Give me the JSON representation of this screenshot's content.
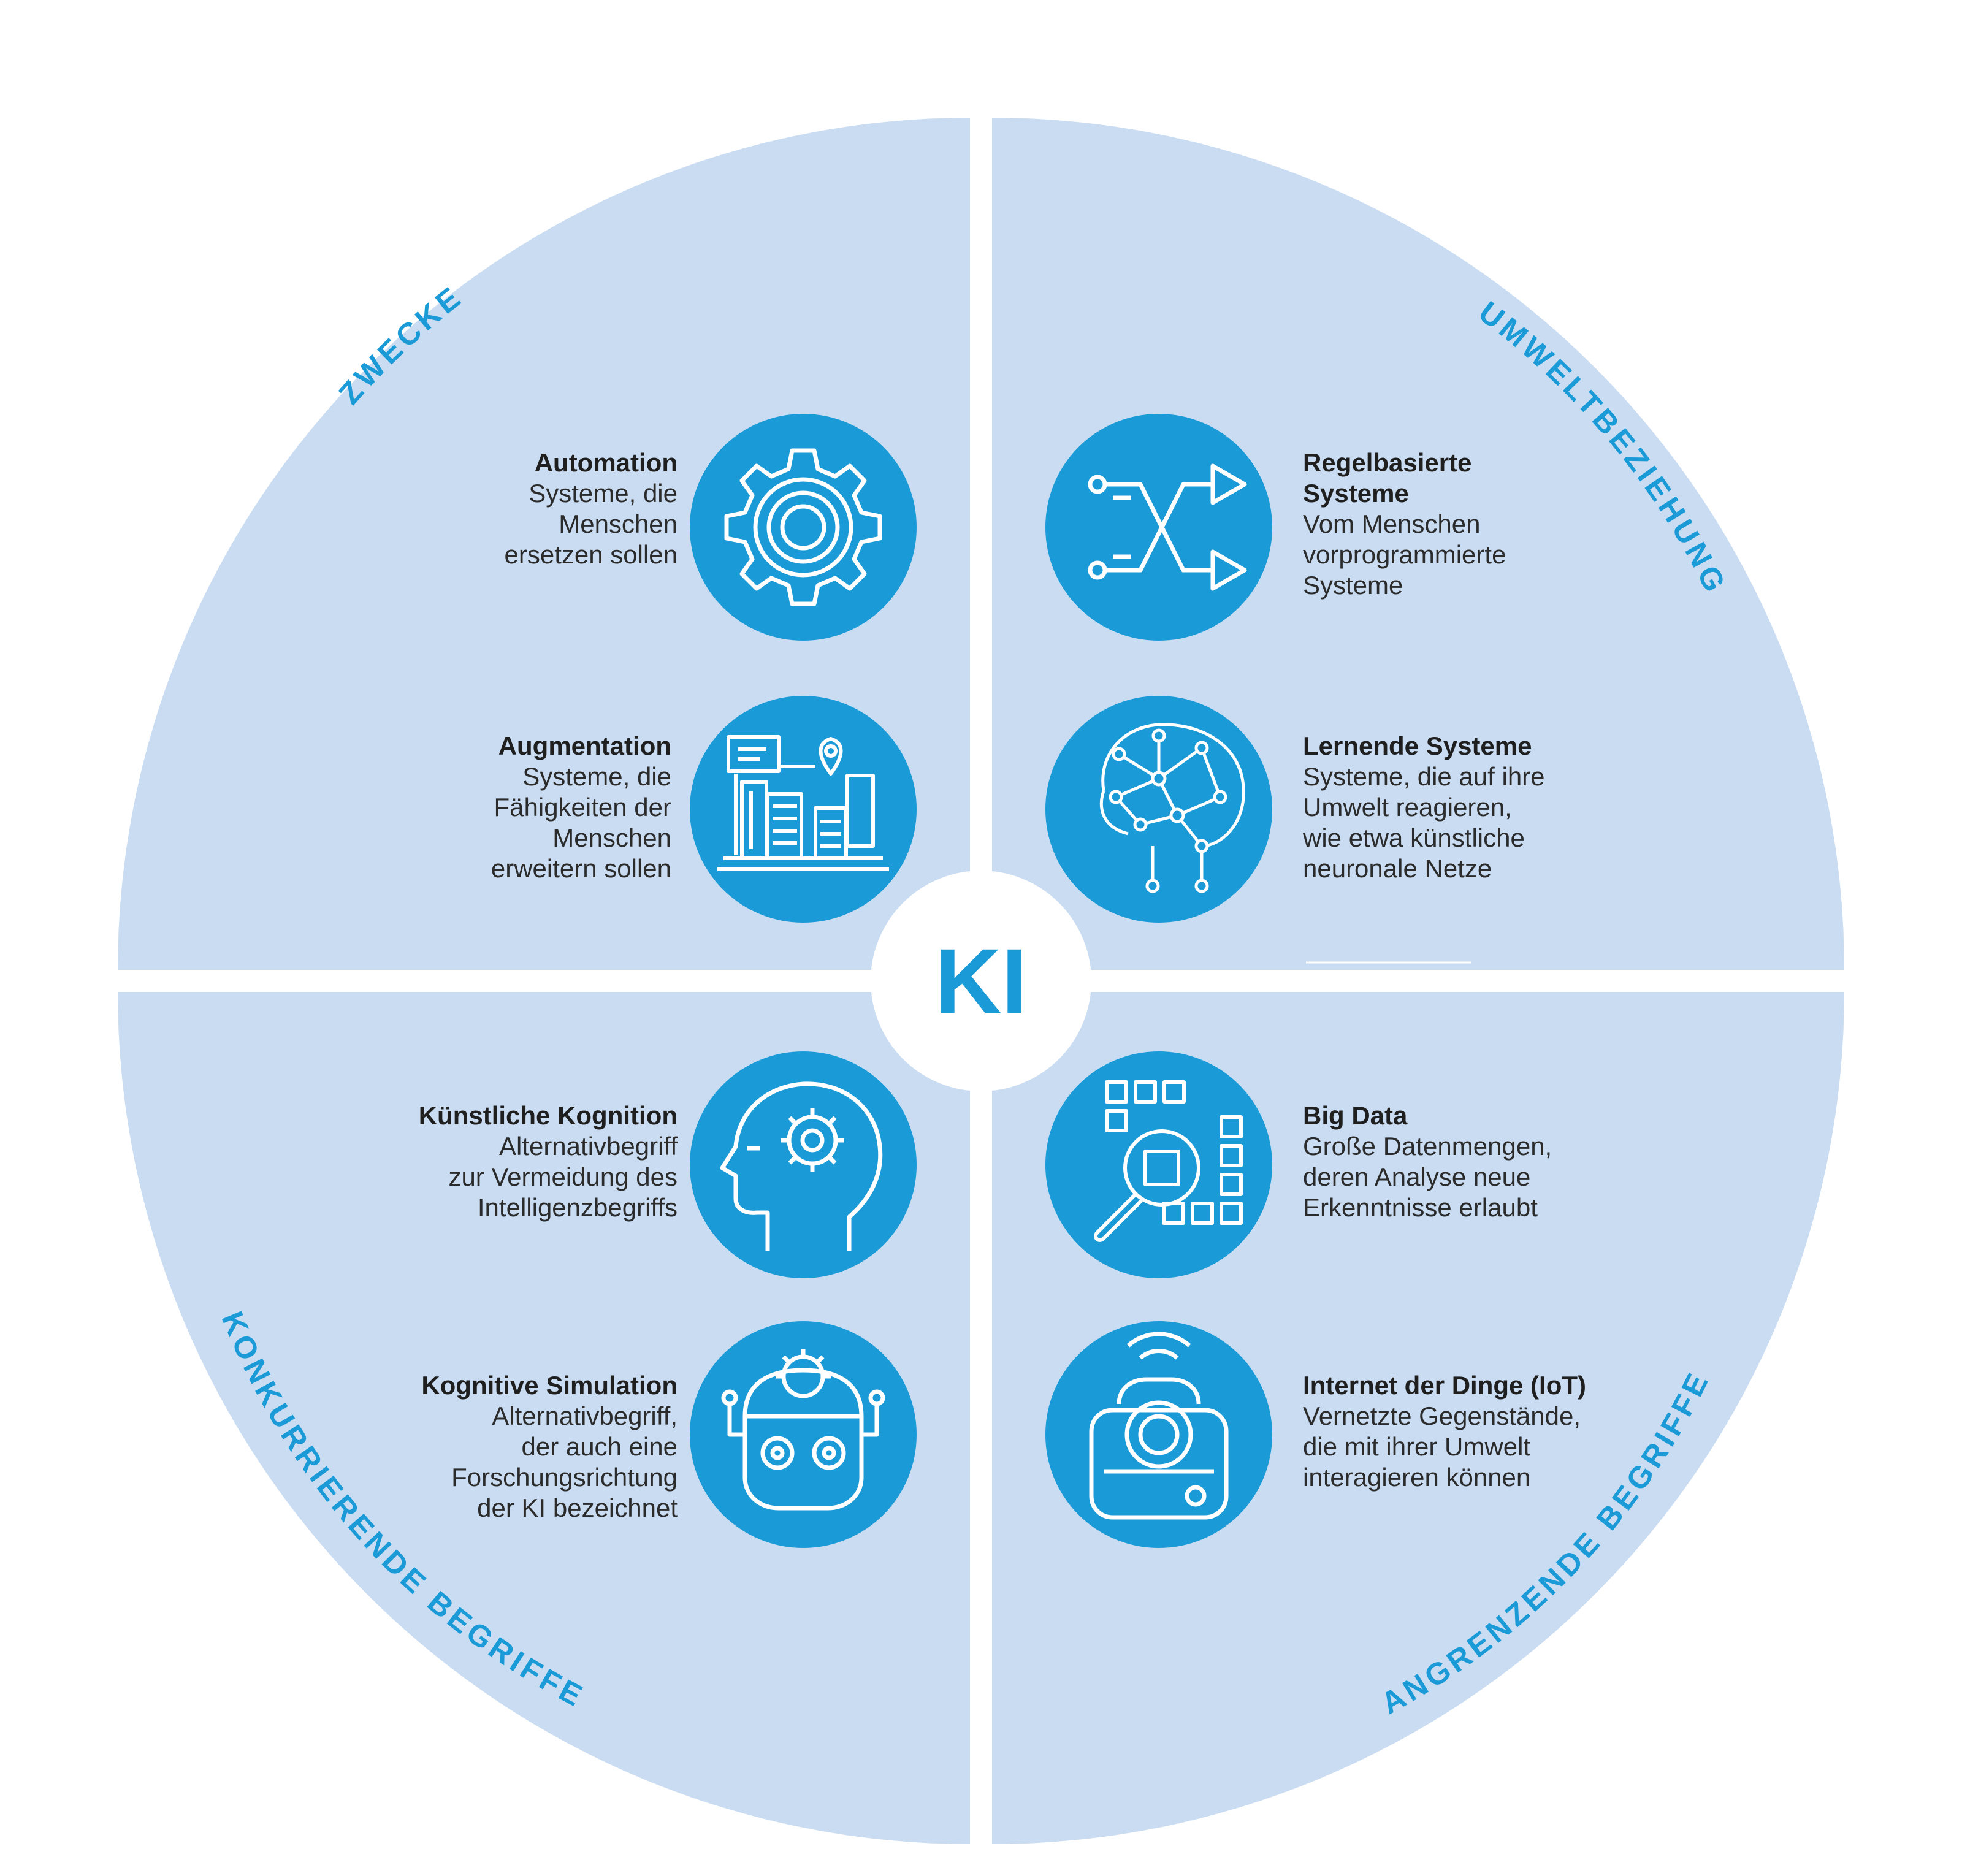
{
  "center": {
    "label": "KI"
  },
  "colors": {
    "quadrant_fill": "#c9dcf2",
    "icon_circle": "#1a9ad6",
    "accent_text": "#1a9ad6",
    "body_text": "#2b2b2b",
    "background": "#ffffff"
  },
  "quadrants": {
    "top_left": {
      "title": "ZWECKE"
    },
    "top_right": {
      "title": "UMWELTBEZIEHUNG"
    },
    "bottom_left": {
      "title": "KONKURRIERENDE BEGRIFFE"
    },
    "bottom_right": {
      "title": "ANGRENZENDE BEGRIFFE"
    }
  },
  "items": {
    "automation": {
      "title": "Automation",
      "lines": [
        "Systeme, die",
        "Menschen",
        "ersetzen sollen"
      ],
      "icon": "gear-icon"
    },
    "augmentation": {
      "title": "Augmentation",
      "lines": [
        "Systeme, die",
        "Fähigkeiten der",
        "Menschen",
        "erweitern sollen"
      ],
      "icon": "smart-city-icon"
    },
    "regelbasierte": {
      "title_lines": [
        "Regelbasierte",
        "Systeme"
      ],
      "lines": [
        "Vom Menschen",
        "vorprogrammierte",
        "Systeme"
      ],
      "icon": "shuffle-arrows-icon"
    },
    "lernende": {
      "title": "Lernende Systeme",
      "lines": [
        "Systeme, die auf ihre",
        "Umwelt reagieren,",
        "wie etwa künstliche",
        "neuronale Netze"
      ],
      "icon": "neural-brain-icon"
    },
    "kognition": {
      "title": "Künstliche Kognition",
      "lines": [
        "Alternativbegriff",
        "zur Vermeidung des",
        "Intelligenzbegriffs"
      ],
      "icon": "head-gear-icon"
    },
    "simulation": {
      "title": "Kognitive Simulation",
      "lines": [
        "Alternativbegriff,",
        "der auch eine",
        "Forschungsrichtung",
        "der KI bezeichnet"
      ],
      "icon": "robot-head-icon"
    },
    "bigdata": {
      "title": "Big Data",
      "lines": [
        "Große Datenmengen,",
        "deren Analyse neue",
        "Erkenntnisse erlaubt"
      ],
      "icon": "data-magnifier-icon"
    },
    "iot": {
      "title": "Internet der Dinge (IoT)",
      "lines": [
        "Vernetzte Gegenstände,",
        "die mit ihrer Umwelt",
        "interagieren können"
      ],
      "icon": "iot-camera-icon"
    }
  }
}
